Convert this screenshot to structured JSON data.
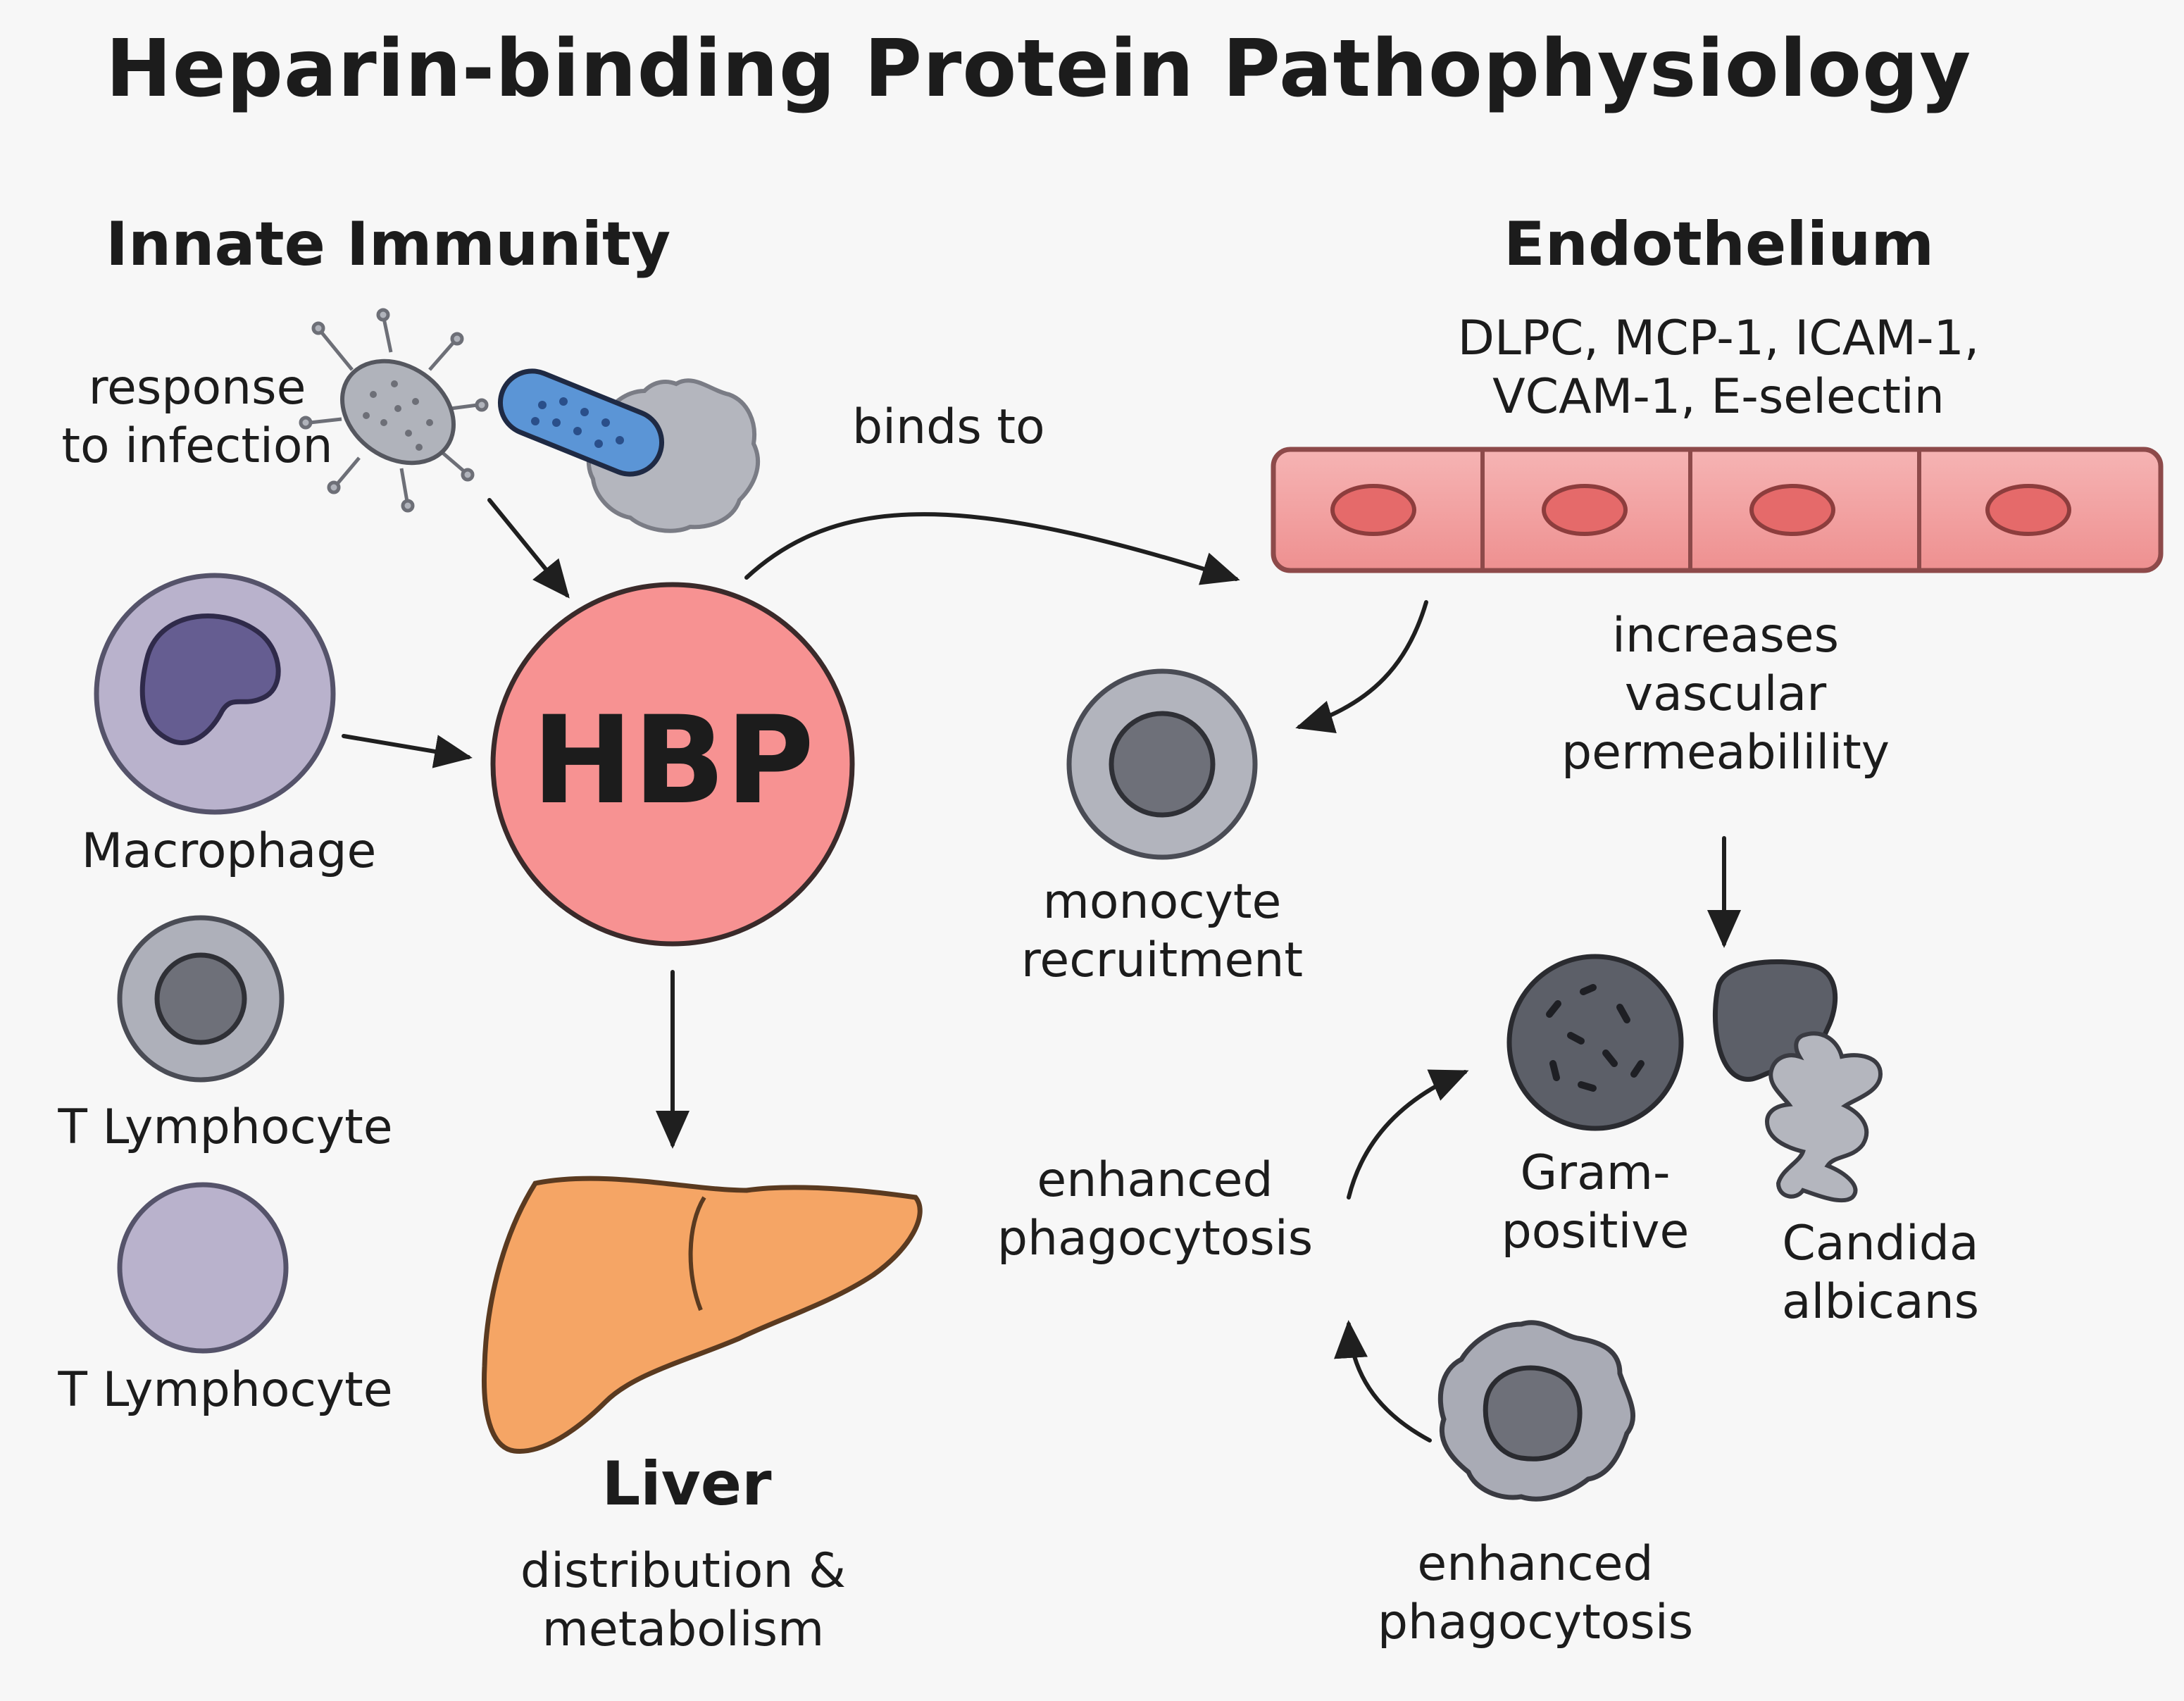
{
  "title": "Heparin-binding Protein Pathophysiology",
  "sections": {
    "innate_immunity": "Innate Immunity",
    "endothelium": "Endothelium"
  },
  "labels": {
    "response_to_infection": [
      "response",
      "to infection"
    ],
    "binds_to": "binds to",
    "endothelial_markers": [
      "DLPC, MCP-1, ICAM-1,",
      "VCAM-1, E-selectin"
    ],
    "hbp": "HBP",
    "macrophage": "Macrophage",
    "t_lymphocyte_1": "T Lymphocyte",
    "t_lymphocyte_2": "T Lymphocyte",
    "monocyte_recruitment": [
      "monocyte",
      "recruitment"
    ],
    "increases_permeability": [
      "increases",
      "vascular",
      "permeabilility"
    ],
    "liver_title": "Liver",
    "liver_caption": [
      "distribution &",
      "metabolism"
    ],
    "enhanced_phagocytosis_1": [
      "enhanced",
      "phagocytosis"
    ],
    "enhanced_phagocytosis_2": [
      "enhanced",
      "phagocytosis"
    ],
    "gram_positive": [
      "Gram-",
      "positive"
    ],
    "candida_albicans": [
      "Candida",
      "albicans"
    ]
  },
  "colors": {
    "hbp_fill": "#f79292",
    "liver_fill": "#f5a565",
    "endothelium_fill": "#f3a3a3",
    "nucleus_red": "#e56a6a",
    "cell_lavender": "#b9b2cc",
    "macrophage_nucleus": "#655d91",
    "cell_gray": "#aeb0ba",
    "nucleus_gray": "#6e7079",
    "dark_gray": "#5c5f68",
    "bacterium_blue": "#5b95d6"
  }
}
